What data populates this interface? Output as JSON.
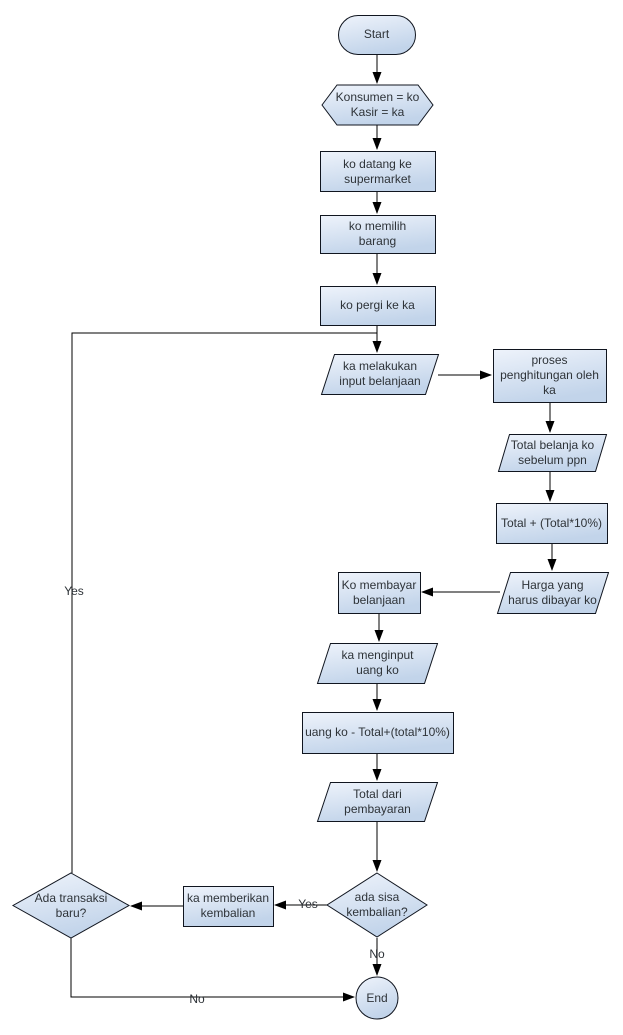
{
  "diagram": {
    "type": "flowchart",
    "background": "#ffffff",
    "shape_fill_top": "#eef3fb",
    "shape_fill_bottom": "#c2d4ea",
    "shape_stroke": "#10151f",
    "line_color": "#000000",
    "text_color": "#2e3338",
    "nodes": {
      "start": {
        "type": "terminator",
        "label": "Start"
      },
      "init": {
        "type": "preparation",
        "label": "Konsumen = ko\nKasir = ka"
      },
      "arrive": {
        "type": "process",
        "label": "ko datang ke\nsupermarket"
      },
      "choose": {
        "type": "process",
        "label": "ko memilih\nbarang"
      },
      "goto_cashier": {
        "type": "process",
        "label": "ko pergi ke ka"
      },
      "input_items": {
        "type": "input-output",
        "label": "ka melakukan\ninput belanjaan"
      },
      "calc": {
        "type": "process",
        "label": "proses\npenghitungan oleh\nka"
      },
      "total_before_tax": {
        "type": "input-output",
        "label": "Total belanja ko\nsebelum ppn"
      },
      "add_tax": {
        "type": "process",
        "label": "Total + (Total*10%)"
      },
      "price_due": {
        "type": "input-output",
        "label": "Harga yang\nharus dibayar ko"
      },
      "pay": {
        "type": "process",
        "label": "Ko membayar\nbelanjaan"
      },
      "input_money": {
        "type": "input-output",
        "label": "ka menginput\nuang ko"
      },
      "change_calc": {
        "type": "process",
        "label": "uang ko - Total+(total*10%)"
      },
      "payment_total": {
        "type": "input-output",
        "label": "Total dari\npembayaran"
      },
      "has_change": {
        "type": "decision",
        "label": "ada sisa\nkembalian?"
      },
      "give_change": {
        "type": "process",
        "label": "ka memberikan\nkembalian"
      },
      "new_transaction": {
        "type": "decision",
        "label": "Ada transaksi\nbaru?"
      },
      "end": {
        "type": "terminator",
        "label": "End"
      }
    },
    "edge_labels": {
      "has_change_yes": "Yes",
      "has_change_no": "No",
      "new_transaction_yes": "Yes",
      "new_transaction_no": "No"
    },
    "edges": [
      {
        "from": "start",
        "to": "init",
        "label": ""
      },
      {
        "from": "init",
        "to": "arrive",
        "label": ""
      },
      {
        "from": "arrive",
        "to": "choose",
        "label": ""
      },
      {
        "from": "choose",
        "to": "goto_cashier",
        "label": ""
      },
      {
        "from": "goto_cashier",
        "to": "input_items",
        "label": ""
      },
      {
        "from": "input_items",
        "to": "calc",
        "label": ""
      },
      {
        "from": "calc",
        "to": "total_before_tax",
        "label": ""
      },
      {
        "from": "total_before_tax",
        "to": "add_tax",
        "label": ""
      },
      {
        "from": "add_tax",
        "to": "price_due",
        "label": ""
      },
      {
        "from": "price_due",
        "to": "pay",
        "label": ""
      },
      {
        "from": "pay",
        "to": "input_money",
        "label": ""
      },
      {
        "from": "input_money",
        "to": "change_calc",
        "label": ""
      },
      {
        "from": "change_calc",
        "to": "payment_total",
        "label": ""
      },
      {
        "from": "payment_total",
        "to": "has_change",
        "label": ""
      },
      {
        "from": "has_change",
        "to": "give_change",
        "label": "Yes"
      },
      {
        "from": "has_change",
        "to": "end",
        "label": "No"
      },
      {
        "from": "give_change",
        "to": "new_transaction",
        "label": ""
      },
      {
        "from": "new_transaction",
        "to": "input_items",
        "label": "Yes"
      },
      {
        "from": "new_transaction",
        "to": "end",
        "label": "No"
      }
    ]
  }
}
